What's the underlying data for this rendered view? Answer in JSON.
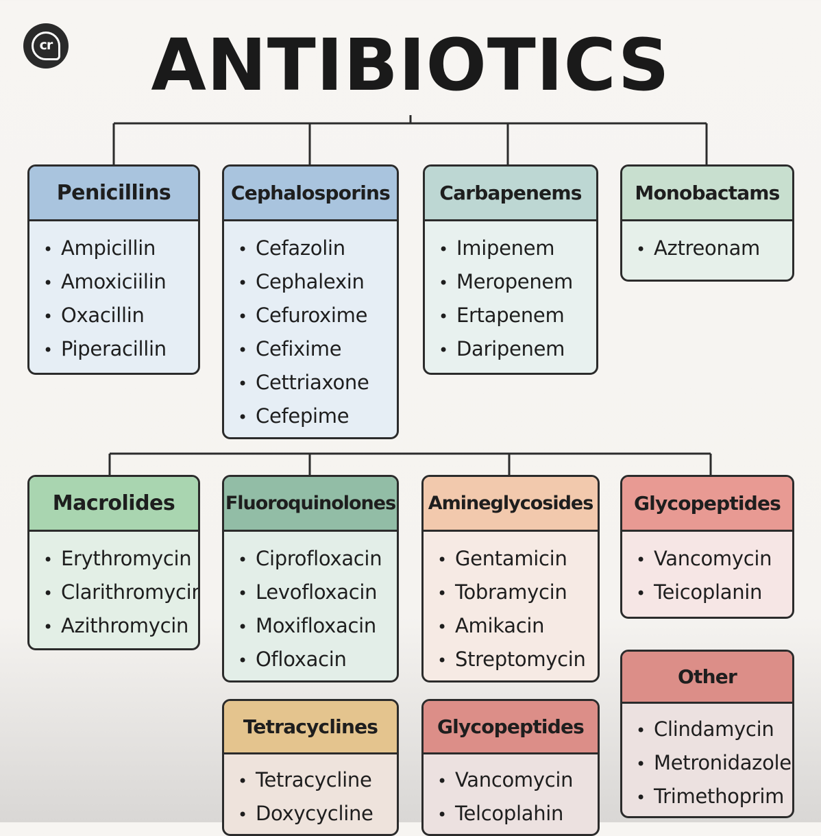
{
  "logo": {
    "text": "cr"
  },
  "title": "ANTIBIOTICS",
  "groups": [
    {
      "name": "Penicillins",
      "items": [
        "Ampicillin",
        "Amoxiciilin",
        "Oxacillin",
        "Piperacillin"
      ]
    },
    {
      "name": "Cephalosporins",
      "items": [
        "Cefazolin",
        "Cephalexin",
        "Cefuroxime",
        "Cefixime",
        "Cettriaxone",
        "Cefepime"
      ]
    },
    {
      "name": "Carbapenems",
      "items": [
        "Imipenem",
        "Meropenem",
        "Ertapenem",
        "Daripenem"
      ]
    },
    {
      "name": "Monobactams",
      "items": [
        "Aztreonam"
      ]
    },
    {
      "name": "Macrolides",
      "items": [
        "Erythromycin",
        "Clarithromycin",
        "Azithromycin"
      ]
    },
    {
      "name": "Fluoroquinolones",
      "items": [
        "Ciprofloxacin",
        "Levofloxacin",
        "Moxifloxacin",
        "Ofloxacin"
      ]
    },
    {
      "name": "Amineglycosides",
      "items": [
        "Gentamicin",
        "Tobramycin",
        "Amikacin",
        "Streptomycin"
      ]
    },
    {
      "name": "Glycopeptides",
      "items": [
        "Vancomycin",
        "Teicoplanin"
      ]
    },
    {
      "name": "Tetracyclines",
      "items": [
        "Tetracycline",
        "Doxycycline"
      ]
    },
    {
      "name": "Glycopeptides",
      "items": [
        "Vancomycin",
        "Telcoplahin"
      ]
    },
    {
      "name": "Other",
      "items": [
        "Clindamycin",
        "Metronidazole",
        "Trimethoprim"
      ]
    }
  ],
  "bullet": "•"
}
